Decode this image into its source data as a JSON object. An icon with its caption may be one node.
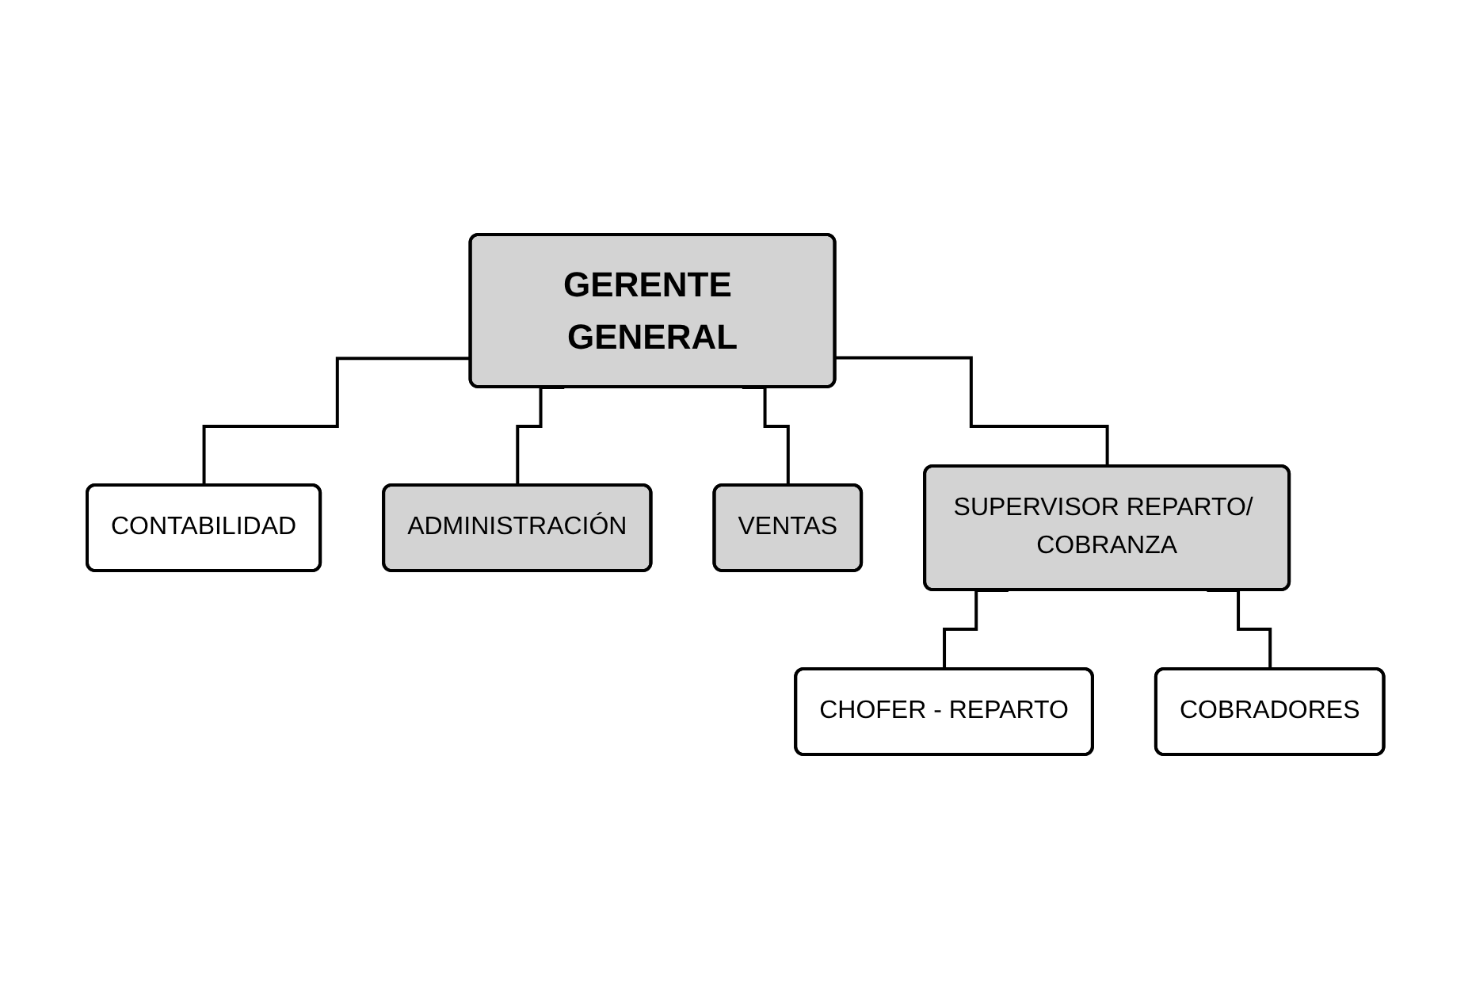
{
  "diagram": {
    "nodes": [
      {
        "text": [
          "GERENTE GENERAL"
        ]
      },
      {
        "text": [
          "CONTABILIDAD"
        ]
      },
      {
        "text": [
          "ADMINISTRACIÓN"
        ]
      },
      {
        "text": [
          "VENTAS"
        ]
      },
      {
        "text": [
          "SUPERVISOR REPARTO/ COBRANZA"
        ]
      },
      {
        "text": [
          "CHOFER - REPARTO"
        ]
      },
      {
        "text": [
          "COBRADORES"
        ]
      }
    ],
    "edges": [
      {
        "from": 0,
        "to": 1,
        "arrow": "none"
      },
      {
        "from": 0,
        "to": 2,
        "arrow": "none"
      },
      {
        "from": 0,
        "to": 3,
        "arrow": "none"
      },
      {
        "from": 0,
        "to": 4,
        "arrow": "none"
      },
      {
        "from": 4,
        "to": 5,
        "arrow": "none"
      },
      {
        "from": 4,
        "to": 6,
        "arrow": "none"
      }
    ]
  }
}
